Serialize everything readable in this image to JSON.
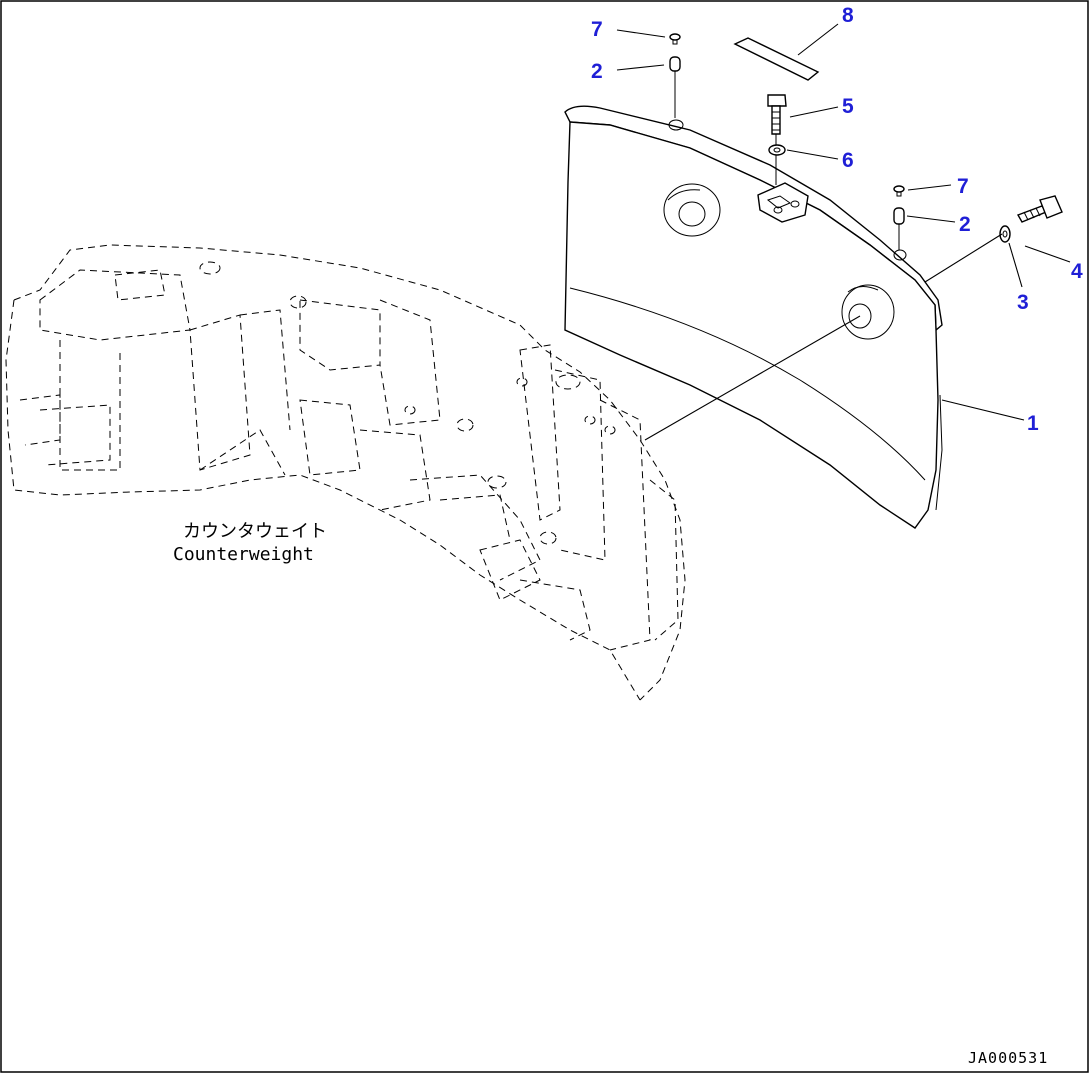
{
  "drawing_code": "JA000531",
  "counterweight_label_jp": "カウンタウェイト",
  "counterweight_label_en": "Counterweight",
  "callouts": {
    "c7a": "7",
    "c2a": "2",
    "c8": "8",
    "c5": "5",
    "c6": "6",
    "c7b": "7",
    "c2b": "2",
    "c4": "4",
    "c3": "3",
    "c1": "1"
  }
}
